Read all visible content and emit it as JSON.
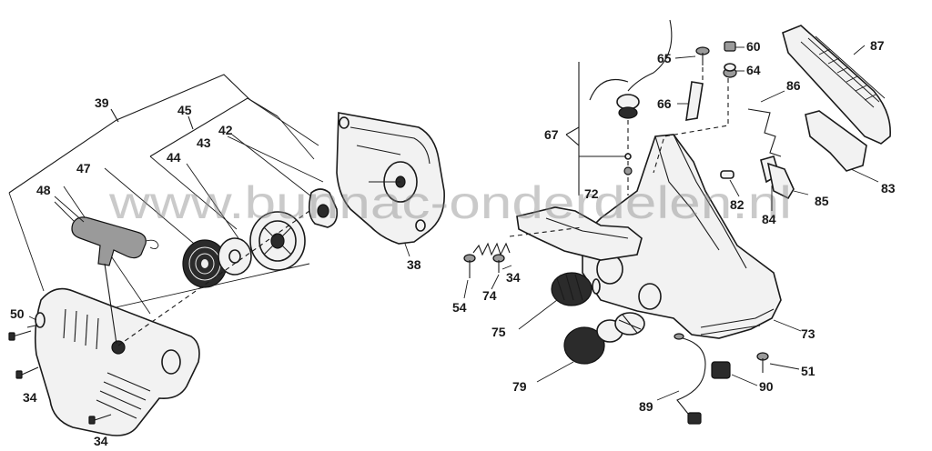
{
  "watermark": "www.bunnac-onderdelen.nl",
  "labels": {
    "l39": "39",
    "l45": "45",
    "l42": "42",
    "l43": "43",
    "l44": "44",
    "l47": "47",
    "l48": "48",
    "l50": "50",
    "l34a": "34",
    "l34b": "34",
    "l38": "38",
    "l65": "65",
    "l60": "60",
    "l64": "64",
    "l87": "87",
    "l86": "86",
    "l66": "66",
    "l67": "67",
    "l72": "72",
    "l82": "82",
    "l84": "84",
    "l85": "85",
    "l83": "83",
    "l54": "54",
    "l74": "74",
    "l34c": "34",
    "l75": "75",
    "l73": "73",
    "l79": "79",
    "l51": "51",
    "l90": "90",
    "l89": "89"
  }
}
